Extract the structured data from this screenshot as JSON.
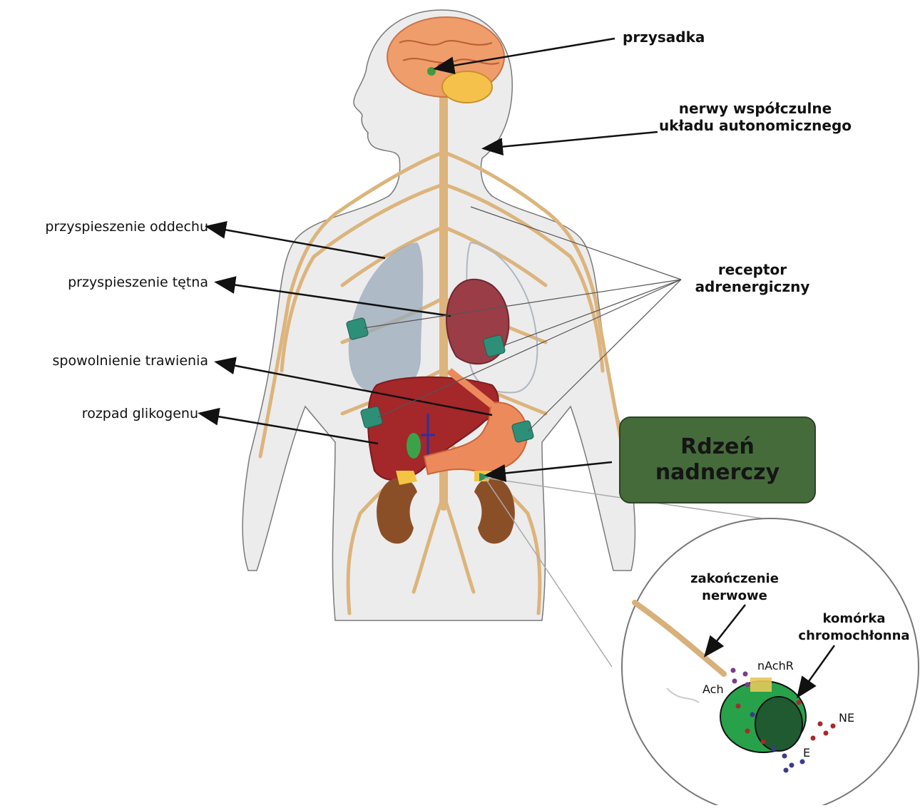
{
  "labels": {
    "pituitary": "przysadka",
    "sympathetic_line1": "nerwy współczulne",
    "sympathetic_line2": "układu autonomicznego",
    "breathing": "przyspieszenie oddechu",
    "heart_rate": "przyspieszenie tętna",
    "digestion": "spowolnienie trawienia",
    "glycogen": "rozpad glikogenu",
    "receptor_line1": "receptor",
    "receptor_line2": "adrenergiczny",
    "nerve_ending_line1": "zakończenie",
    "nerve_ending_line2": "nerwowe",
    "chromaffin_line1": "komórka",
    "chromaffin_line2": "chromochłonna",
    "nachr": "nAchR",
    "ach": "Ach",
    "ne": "NE",
    "e": "E"
  },
  "callout": {
    "line1": "Rdzeń",
    "line2": "nadnerczy"
  },
  "colors": {
    "body_fill": "#ececec",
    "nerve": "#dcb47c",
    "brain": "#ef9d6a",
    "lung": "#9aa9b9",
    "heart": "#9a3d46",
    "liver": "#a4272a",
    "stomach": "#ed8a5c",
    "kidney": "#8b4f28",
    "receptor": "#2e8f78",
    "callout": "#456b3b",
    "cell": "#27a24a",
    "nucleus": "#1f5a30",
    "ach_dot": "#7a3b8f",
    "ne_dot": "#a62b2b",
    "e_dot": "#3b3b8a"
  }
}
